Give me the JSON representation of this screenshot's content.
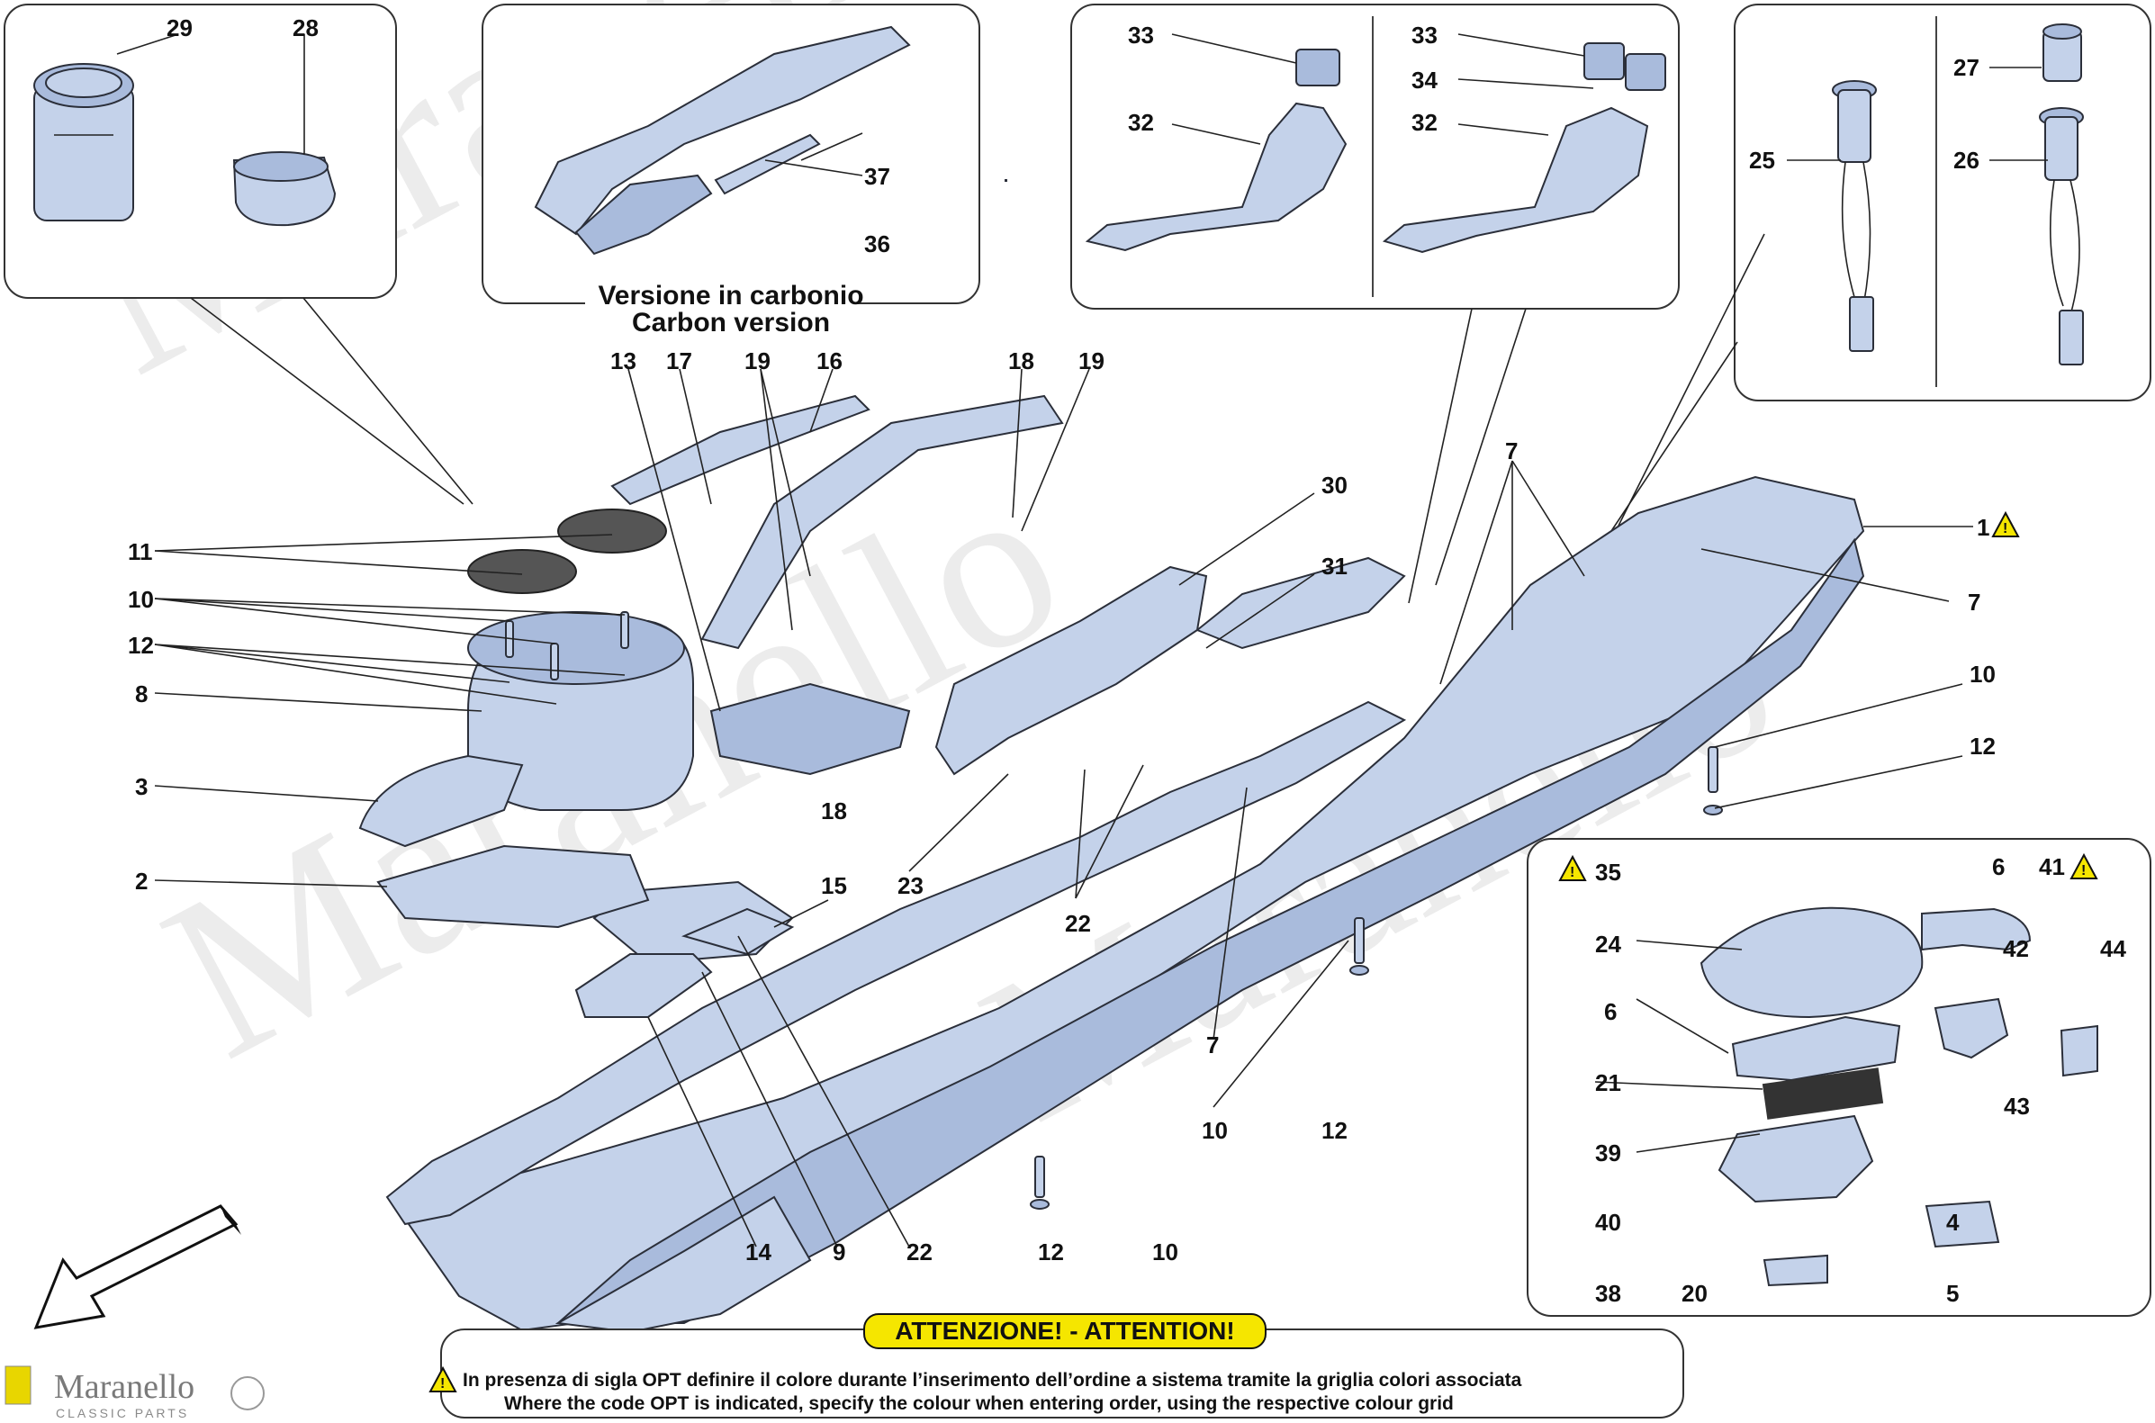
{
  "labels": {
    "l1": "1",
    "l2": "2",
    "l3": "3",
    "l4": "4",
    "l5": "5",
    "l6a": "6",
    "l6b": "6",
    "l7a": "7",
    "l7b": "7",
    "l7c": "7",
    "l8": "8",
    "l9": "9",
    "l10a": "10",
    "l10b": "10",
    "l10c": "10",
    "l10d": "10",
    "l11": "11",
    "l12a": "12",
    "l12b": "12",
    "l12c": "12",
    "l12d": "12",
    "l13": "13",
    "l14": "14",
    "l15": "15",
    "l16": "16",
    "l17": "17",
    "l18a": "18",
    "l18b": "18",
    "l19a": "19",
    "l19b": "19",
    "l20": "20",
    "l21": "21",
    "l22a": "22",
    "l22b": "22",
    "l23": "23",
    "l24": "24",
    "l25": "25",
    "l26": "26",
    "l27": "27",
    "l28": "28",
    "l29": "29",
    "l30": "30",
    "l31": "31",
    "l32a": "32",
    "l32b": "32",
    "l33a": "33",
    "l33b": "33",
    "l34": "34",
    "l35": "35",
    "l36": "36",
    "l37": "37",
    "l38": "38",
    "l39": "39",
    "l40": "40",
    "l41": "41",
    "l42": "42",
    "l43": "43",
    "l44": "44"
  },
  "carbon_caption": {
    "italian": "Versione in carbonio",
    "english": "Carbon version"
  },
  "attention": {
    "title": "ATTENZIONE! - ATTENTION!",
    "line_it": "In presenza di sigla OPT definire il colore durante l’inserimento dell’ordine a sistema tramite la griglia colori associata",
    "line_en": "Where the code OPT is indicated, specify the colour when entering order, using the respective colour grid"
  },
  "brand": {
    "name": "Maranello",
    "sub": "CLASSIC PARTS"
  },
  "colors": {
    "part_fill": "#c4d2ea",
    "warning_yellow": "#f5e600",
    "outline": "#2b2f3a"
  }
}
